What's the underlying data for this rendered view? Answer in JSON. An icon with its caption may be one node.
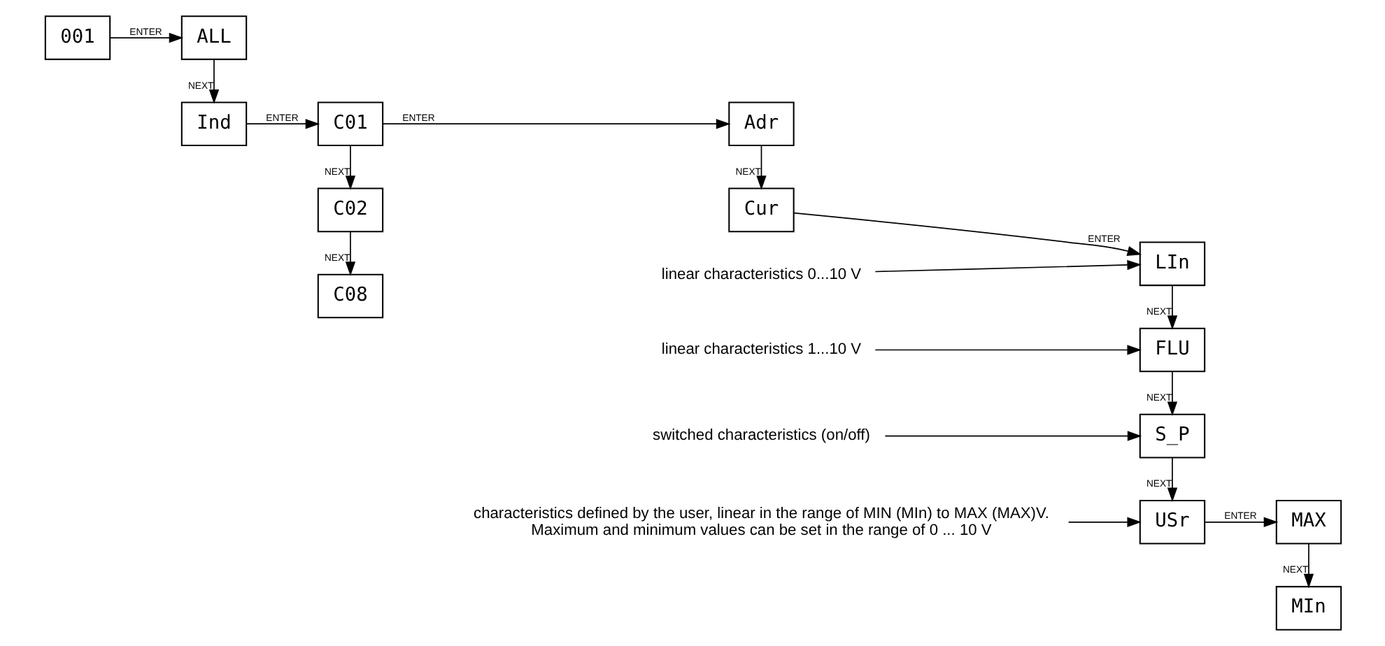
{
  "diagram": {
    "nodes": [
      {
        "text": [
          "001"
        ]
      },
      {
        "text": [
          "ALL"
        ]
      },
      {
        "text": [
          "Ind"
        ]
      },
      {
        "text": [
          "C01"
        ]
      },
      {
        "text": [
          "Adr"
        ]
      },
      {
        "text": [
          "C02"
        ]
      },
      {
        "text": [
          "C08"
        ]
      },
      {
        "text": [
          "Cur"
        ]
      },
      {
        "text": [
          "LIn"
        ]
      },
      {
        "text": [
          "FLU"
        ]
      },
      {
        "text": [
          "S_P"
        ]
      },
      {
        "text": [
          "USr"
        ]
      },
      {
        "text": [
          "MAX"
        ]
      },
      {
        "text": [
          "MIn"
        ]
      },
      {
        "text": [
          "linear characteristics 0...10 V"
        ]
      },
      {
        "text": [
          "linear characteristics 1...10 V"
        ]
      },
      {
        "text": [
          "switched characteristics (on/off)"
        ]
      },
      {
        "text": [
          "characteristics defined by the user, linear in the range of MIN (MIn) to MAX (MAX)V.",
          "Maximum and minimum values can be set in the range of 0 ... 10 V"
        ]
      }
    ],
    "edges": [
      {
        "from": 0,
        "to": 1,
        "arrow": "to",
        "label": "ENTER"
      },
      {
        "from": 1,
        "to": 2,
        "arrow": "to",
        "label": "NEXT"
      },
      {
        "from": 2,
        "to": 3,
        "arrow": "to",
        "label": "ENTER"
      },
      {
        "from": 3,
        "to": 4,
        "arrow": "to",
        "label": "ENTER"
      },
      {
        "from": 3,
        "to": 5,
        "arrow": "to",
        "label": "NEXT"
      },
      {
        "from": 5,
        "to": 6,
        "arrow": "to",
        "label": "NEXT"
      },
      {
        "from": 4,
        "to": 7,
        "arrow": "to",
        "label": "NEXT"
      },
      {
        "from": 7,
        "to": 8,
        "arrow": "to",
        "label": "ENTER"
      },
      {
        "from": 8,
        "to": 9,
        "arrow": "to",
        "label": "NEXT"
      },
      {
        "from": 9,
        "to": 10,
        "arrow": "to",
        "label": "NEXT"
      },
      {
        "from": 10,
        "to": 11,
        "arrow": "to",
        "label": "NEXT"
      },
      {
        "from": 11,
        "to": 12,
        "arrow": "to",
        "label": "ENTER"
      },
      {
        "from": 12,
        "to": 13,
        "arrow": "to",
        "label": "NEXT"
      },
      {
        "from": 14,
        "to": 8,
        "arrow": "to"
      },
      {
        "from": 15,
        "to": 9,
        "arrow": "to"
      },
      {
        "from": 16,
        "to": 10,
        "arrow": "to"
      },
      {
        "from": 17,
        "to": 11,
        "arrow": "to"
      }
    ]
  }
}
